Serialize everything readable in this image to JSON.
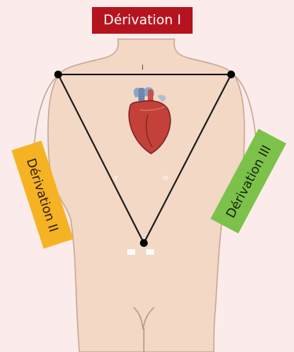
{
  "labels": {
    "lead_i": "Dérivation I",
    "lead_ii": "Dérivation II",
    "lead_iii": "Dérivation III"
  },
  "triangle_labels": {
    "side_i": "I",
    "side_ii": "II",
    "side_iii": "III"
  },
  "colors": {
    "background": "#fbeceb",
    "skin": "#f3d8c6",
    "lead_i": "#b5141f",
    "lead_ii": "#f5b324",
    "lead_iii": "#7cc24a",
    "heart": "#c4413a"
  },
  "icons": {
    "heart": "heart-icon"
  }
}
